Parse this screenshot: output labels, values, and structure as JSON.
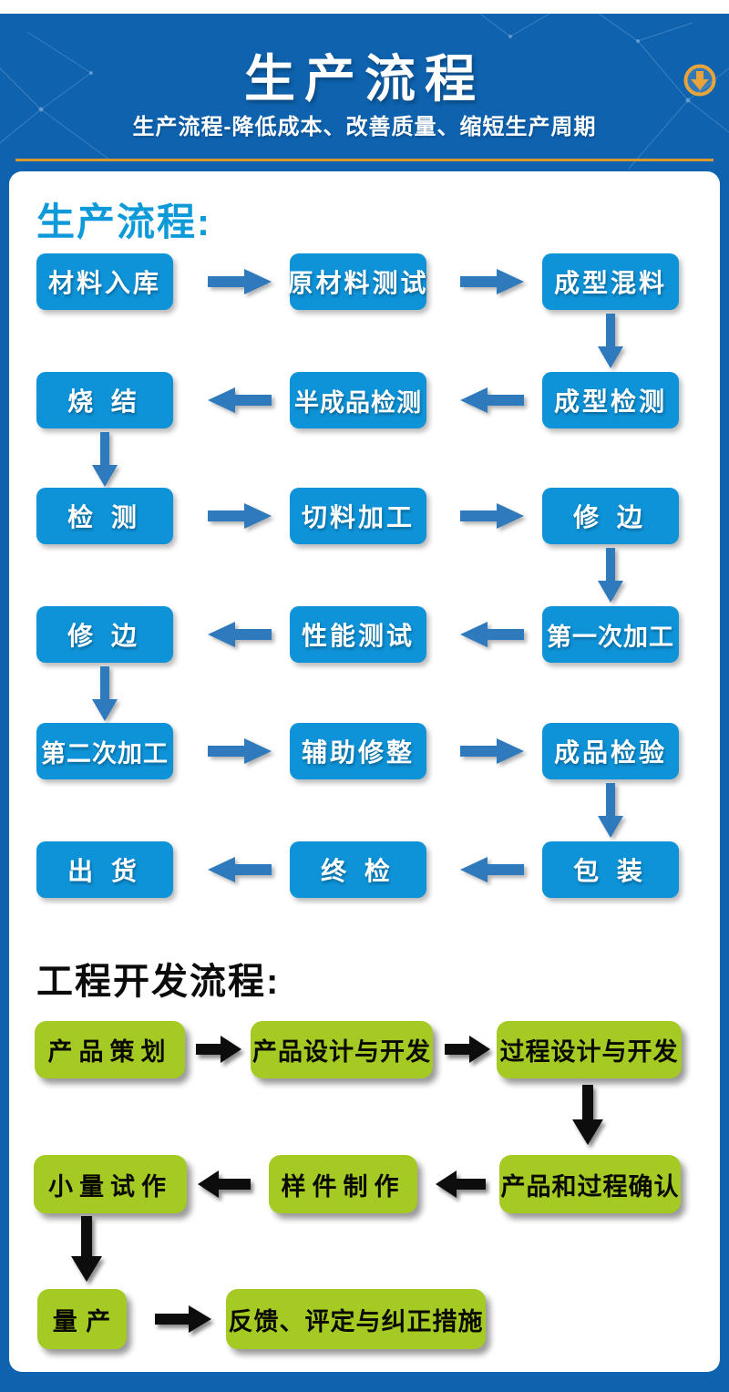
{
  "header": {
    "title": "生产流程",
    "subtitle": "生产流程-降低成本、改善质量、缩短生产周期",
    "download_icon": "circled-down-arrow"
  },
  "colors": {
    "page_background_blue": "#0e62ae",
    "gold_line": "#d89a2e",
    "box_blue": "#0e93d9",
    "arrow_blue": "#2e7abd",
    "box_green": "#a4ca23",
    "arrow_black": "#0d0d0d",
    "heading_blue": "#0e9ad9"
  },
  "production_flow": {
    "heading": "生产流程:",
    "rows": [
      {
        "direction": "right",
        "cells": [
          "材料入库",
          "原材料测试",
          "成型混料"
        ]
      },
      {
        "direction": "left",
        "cells": [
          "烧 结",
          "半成品检测",
          "成型检测"
        ]
      },
      {
        "direction": "right",
        "cells": [
          "检 测",
          "切料加工",
          "修 边"
        ]
      },
      {
        "direction": "left",
        "cells": [
          "修 边",
          "性能测试",
          "第一次加工"
        ]
      },
      {
        "direction": "right",
        "cells": [
          "第二次加工",
          "辅助修整",
          "成品检验"
        ]
      },
      {
        "direction": "left",
        "cells": [
          "出 货",
          "终 检",
          "包 装"
        ]
      }
    ]
  },
  "engineering_flow": {
    "heading": "工程开发流程:",
    "rows": [
      {
        "direction": "right",
        "cells": [
          "产品策划",
          "产品设计与开发",
          "过程设计与开发"
        ]
      },
      {
        "direction": "left",
        "cells": [
          "小量试作",
          "样件制作",
          "产品和过程确认"
        ]
      },
      {
        "direction": "right",
        "cells": [
          "量 产",
          "反馈、评定与纠正措施"
        ]
      }
    ]
  }
}
